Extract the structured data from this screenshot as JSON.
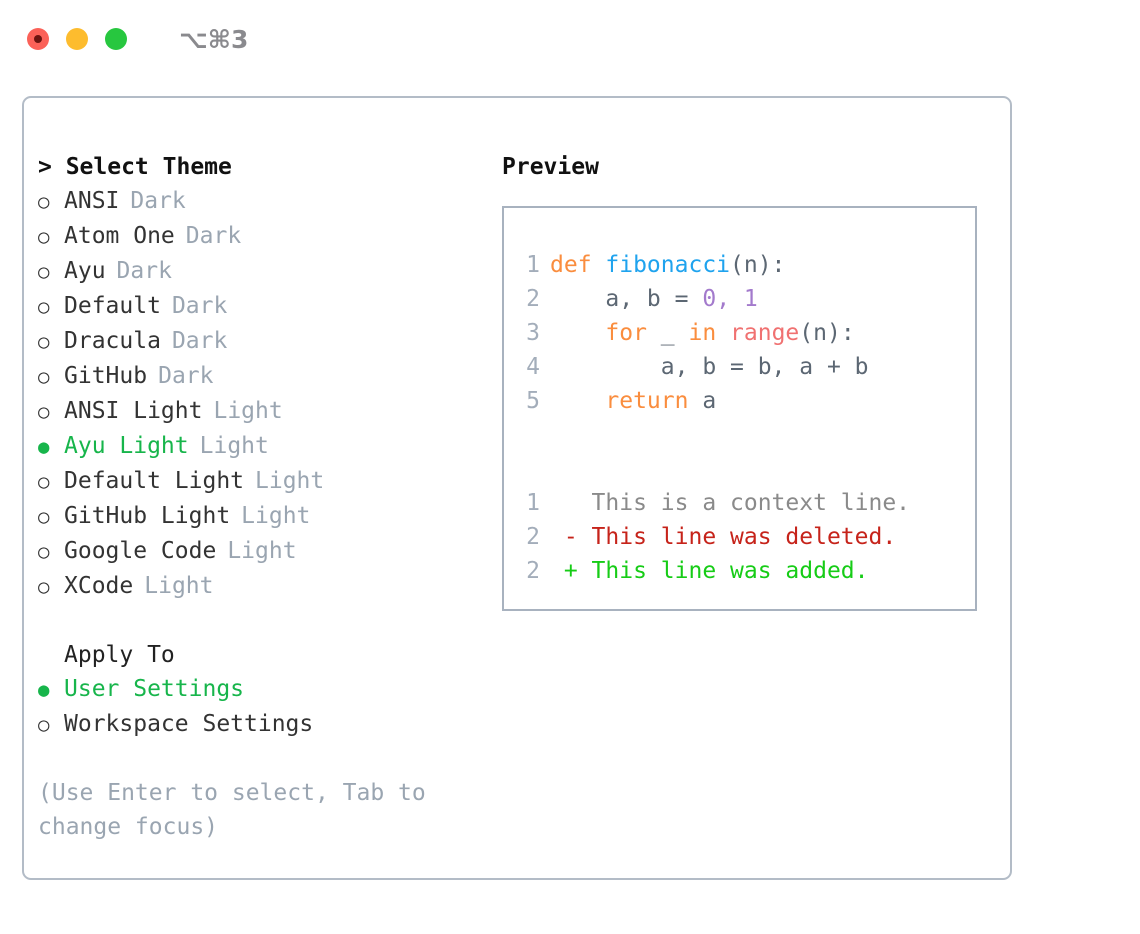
{
  "titlebar": {
    "shortcut": "⌥⌘3",
    "buttons": [
      {
        "name": "close",
        "color": "#FB6158"
      },
      {
        "name": "minimize",
        "color": "#FDBC2E"
      },
      {
        "name": "zoom",
        "color": "#27C73F"
      }
    ]
  },
  "theme_selector": {
    "header": "> Select Theme",
    "options": [
      {
        "marker": "○",
        "label": "ANSI",
        "kind": "Dark",
        "selected": false
      },
      {
        "marker": "○",
        "label": "Atom One",
        "kind": "Dark",
        "selected": false
      },
      {
        "marker": "○",
        "label": "Ayu",
        "kind": "Dark",
        "selected": false
      },
      {
        "marker": "○",
        "label": "Default",
        "kind": "Dark",
        "selected": false
      },
      {
        "marker": "○",
        "label": "Dracula",
        "kind": "Dark",
        "selected": false
      },
      {
        "marker": "○",
        "label": "GitHub",
        "kind": "Dark",
        "selected": false
      },
      {
        "marker": "○",
        "label": "ANSI Light",
        "kind": "Light",
        "selected": false
      },
      {
        "marker": "●",
        "label": "Ayu Light",
        "kind": "Light",
        "selected": true
      },
      {
        "marker": "○",
        "label": "Default Light",
        "kind": "Light",
        "selected": false
      },
      {
        "marker": "○",
        "label": "GitHub Light",
        "kind": "Light",
        "selected": false
      },
      {
        "marker": "○",
        "label": "Google Code",
        "kind": "Light",
        "selected": false
      },
      {
        "marker": "○",
        "label": "XCode",
        "kind": "Light",
        "selected": false
      }
    ]
  },
  "apply_to": {
    "header": "Apply To",
    "options": [
      {
        "marker": "●",
        "label": "User Settings",
        "selected": true
      },
      {
        "marker": "○",
        "label": "Workspace Settings",
        "selected": false
      }
    ]
  },
  "hint": "(Use Enter to select, Tab to change focus)",
  "preview": {
    "header": "Preview",
    "code_lines": [
      {
        "number": "1",
        "tokens": [
          {
            "text": "def ",
            "style": "kw"
          },
          {
            "text": "fibonacci",
            "style": "fn"
          },
          {
            "text": "(n):",
            "style": "pln"
          }
        ]
      },
      {
        "number": "2",
        "tokens": [
          {
            "text": "    a, b = ",
            "style": "pln"
          },
          {
            "text": "0",
            "style": "num"
          },
          {
            "text": ", ",
            "style": "num"
          },
          {
            "text": "1",
            "style": "num"
          }
        ]
      },
      {
        "number": "3",
        "tokens": [
          {
            "text": "    for ",
            "style": "kw"
          },
          {
            "text": "_ ",
            "style": "pln"
          },
          {
            "text": "in ",
            "style": "kw"
          },
          {
            "text": "range",
            "style": "fn2"
          },
          {
            "text": "(n):",
            "style": "pln"
          }
        ]
      },
      {
        "number": "4",
        "tokens": [
          {
            "text": "        a, b = b, a + b",
            "style": "pln"
          }
        ]
      },
      {
        "number": "5",
        "tokens": [
          {
            "text": "    return ",
            "style": "kw"
          },
          {
            "text": "a",
            "style": "pln"
          }
        ]
      }
    ],
    "diff_lines": [
      {
        "number": "1",
        "text": "   This is a context line.",
        "style": "ctx"
      },
      {
        "number": "2",
        "text": " - This line was deleted.",
        "style": "del"
      },
      {
        "number": "2",
        "text": " + This line was added.",
        "style": "add"
      }
    ]
  },
  "colors": {
    "accent_green": "#17B54B",
    "muted": "#9AA5B1",
    "border": "#B3BCC7",
    "keyword": "#FA8D3E",
    "entity": "#1FA3EE",
    "constant": "#A37ACC",
    "builtin": "#F07171",
    "diff_add": "#16CC16",
    "diff_del": "#C6231A"
  }
}
